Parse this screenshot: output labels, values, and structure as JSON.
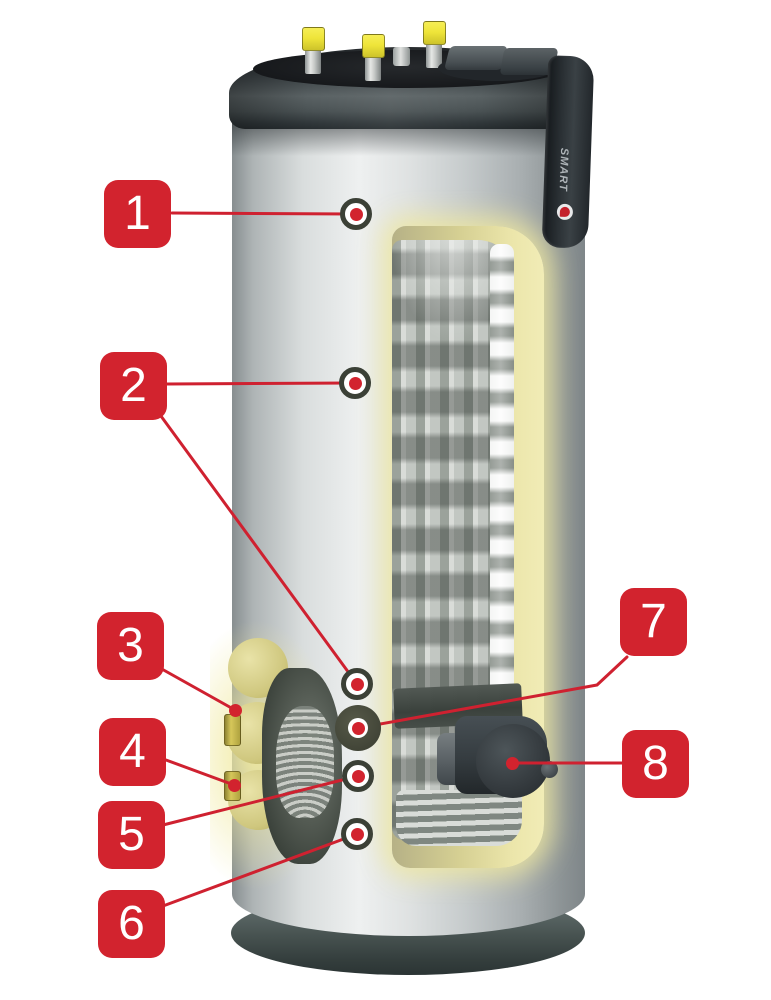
{
  "diagram": {
    "type": "annotated cutaway product diagram",
    "subject": "hot water cylinder with internal coil heat exchanger",
    "badge": {
      "text": "SMART"
    },
    "callouts": [
      {
        "number": "1"
      },
      {
        "number": "2"
      },
      {
        "number": "3"
      },
      {
        "number": "4"
      },
      {
        "number": "5"
      },
      {
        "number": "6"
      },
      {
        "number": "7"
      },
      {
        "number": "8"
      }
    ],
    "colors": {
      "accent_red": "#d2232e",
      "leader_line": "#cf2130",
      "marker_ring": "#3b4036",
      "insulation_yellow": "#e7e1a4",
      "fitting_yellow": "#cfc15a",
      "pipe_cap_yellow": "#efe53a",
      "tank_body_light": "#eff1f1",
      "tank_body_dark": "#878e91",
      "lid_charcoal": "#2b3134",
      "base_gray": "#45504e"
    }
  }
}
